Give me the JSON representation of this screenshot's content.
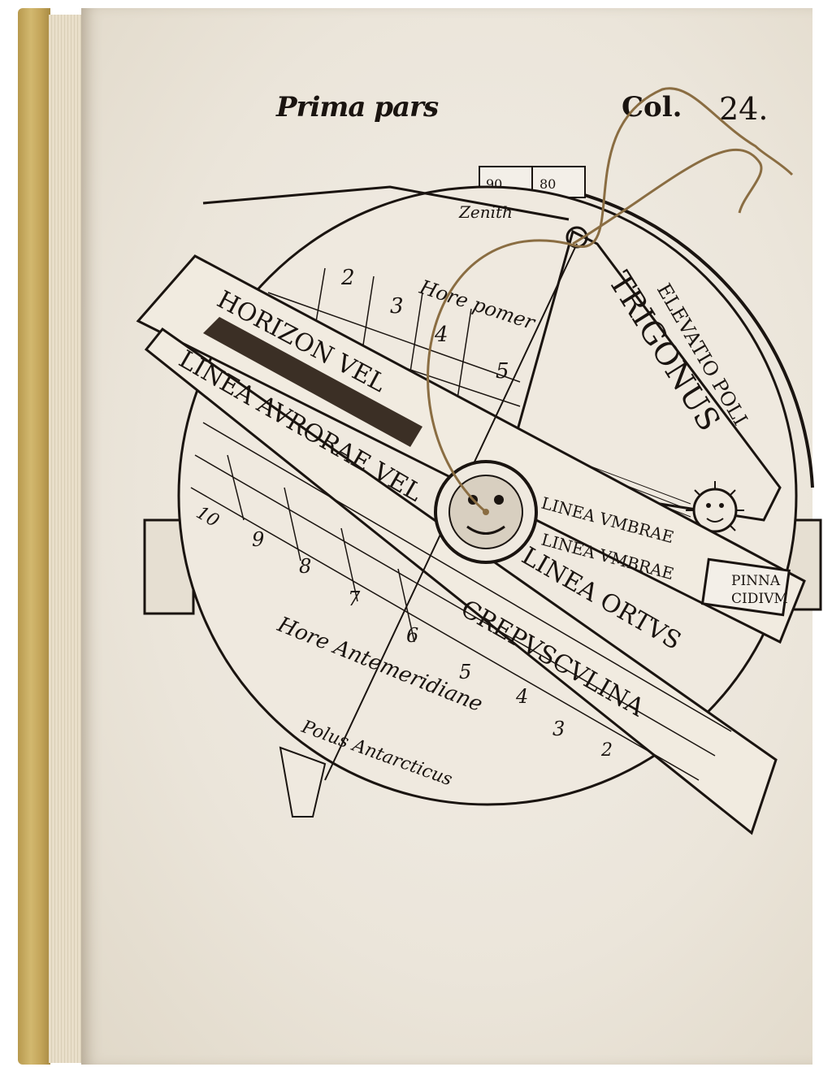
{
  "header": {
    "left": "Prima pars",
    "right": "Col.",
    "number": "24."
  },
  "instrument": {
    "scale_top": [
      "90",
      "80"
    ],
    "zenith": "Zenith",
    "trigonus": "TRIGONUS",
    "elevatio": "ELEVATIO POLI",
    "hore_pomer": "Hore pomer",
    "horizon": "HORIZON VEL",
    "linea_aurorae": "LINEA AVRORAE VEL",
    "linea_umbrae_1": "LINEA VMBRAE",
    "linea_umbrae_2": "LINEA VMBRAE",
    "linea_ortus": "LINEA ORTVS",
    "crepusculina": "CREPVSCVLINA",
    "pinna": "PINNA",
    "cidium": "CIDIVM",
    "hore_ante": "Hore Antemeridiane",
    "polus": "Polus Antarcticus",
    "hour_numbers_top": [
      "2",
      "3",
      "4",
      "5"
    ],
    "hour_numbers_left": [
      "10",
      "9",
      "8",
      "7",
      "6",
      "5",
      "4",
      "3",
      "2"
    ]
  },
  "colors": {
    "ink": "#1a1410",
    "paper": "#ebe5da",
    "string": "#8a6d42"
  }
}
